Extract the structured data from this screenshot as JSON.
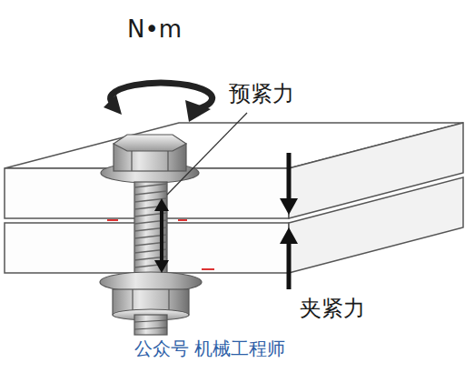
{
  "diagram": {
    "labels": [
      "N•m",
      "预紧力",
      "夹紧力",
      "公众号 机械工程师"
    ]
  }
}
